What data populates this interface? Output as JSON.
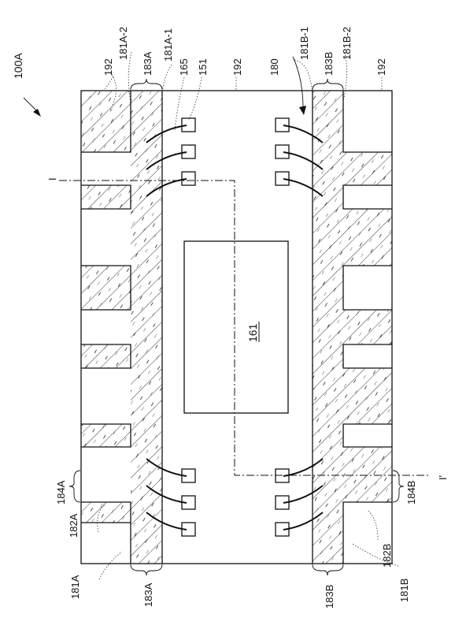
{
  "figure_label": "100A",
  "labels": {
    "l192_top_left": "192",
    "l181A2": "181A-2",
    "l183A_top": "183A",
    "l181A1": "181A-1",
    "l165": "165",
    "l151": "151",
    "l192_top_mid": "192",
    "l180": "180",
    "l183B_top": "183B",
    "l181B1": "181B-1",
    "l181B2": "181B-2",
    "l192_top_right": "192",
    "l161": "161",
    "l182A": "182A",
    "l184A": "184A",
    "l181A": "181A",
    "l183A_bottom": "183A",
    "l183B_bottom": "183B",
    "l181B": "181B",
    "l182B": "182B",
    "l184B": "184B",
    "section_start": "I",
    "section_end": "I'"
  },
  "colors": {
    "stroke": "#111111",
    "background": "#ffffff"
  }
}
